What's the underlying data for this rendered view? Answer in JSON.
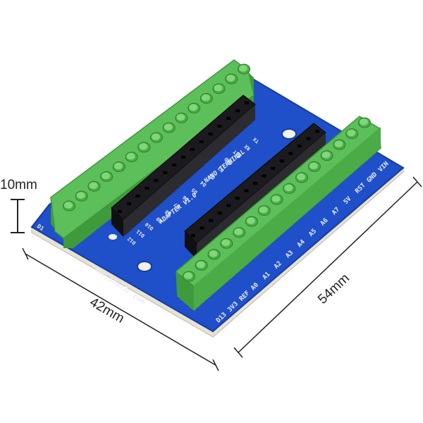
{
  "dimensions": {
    "height_label": "10mm",
    "width_label": "42mm",
    "length_label": "54mm"
  },
  "board": {
    "title_line1": "NANO TERMINAL",
    "title_line2": "ADAPTER V1.0",
    "website": "www.shai3c.com",
    "left_pins": [
      "TX",
      "RX",
      "RST",
      "GND",
      "D2",
      "D3",
      "D4",
      "D5",
      "D6",
      "D7",
      "D8",
      "D9",
      "D10",
      "D11",
      "D12"
    ],
    "right_pins": [
      "VIN",
      "GND",
      "RST",
      "5V",
      "A7",
      "A6",
      "A5",
      "A4",
      "A3",
      "A2",
      "A1",
      "A0",
      "REF",
      "3V3",
      "D13"
    ],
    "corner_label": "D1"
  },
  "colors": {
    "pcb": "#1f4fc9",
    "pcb_dark": "#173da0",
    "terminal": "#5dbf5a",
    "terminal_dark": "#3f9a3c",
    "terminal_light": "#7fd77a",
    "header": "#1b1b1f"
  }
}
